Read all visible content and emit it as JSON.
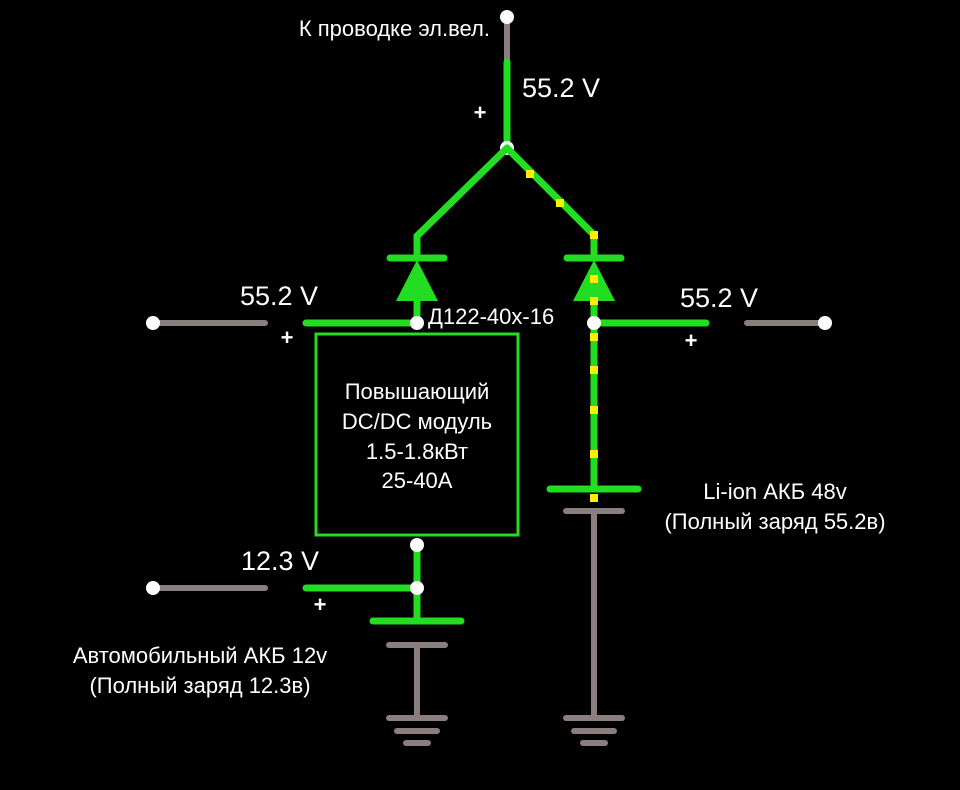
{
  "labels": {
    "top_wiring": "К проводке эл.вел.",
    "top_voltage": "55.2 V",
    "left_voltage": "55.2 V",
    "right_voltage": "55.2 V",
    "low_voltage": "12.3 V",
    "diode_model": "Д122-40х-16",
    "plus": "+"
  },
  "dcdc_module": {
    "line1": "Повышающий",
    "line2": "DC/DC модуль",
    "line3": "1.5-1.8кВт",
    "line4": "25-40А"
  },
  "li_ion_battery": {
    "line1": "Li-ion АКБ 48v",
    "line2": "(Полный заряд 55.2в)"
  },
  "car_battery": {
    "line1": "Автомобильный АКБ 12v",
    "line2": "(Полный заряд 12.3в)"
  },
  "colors": {
    "background": "#000000",
    "wire_active": "#22dd22",
    "wire_inactive": "#8a7e7e",
    "current_dot": "#ffee00",
    "text": "#ffffff"
  }
}
